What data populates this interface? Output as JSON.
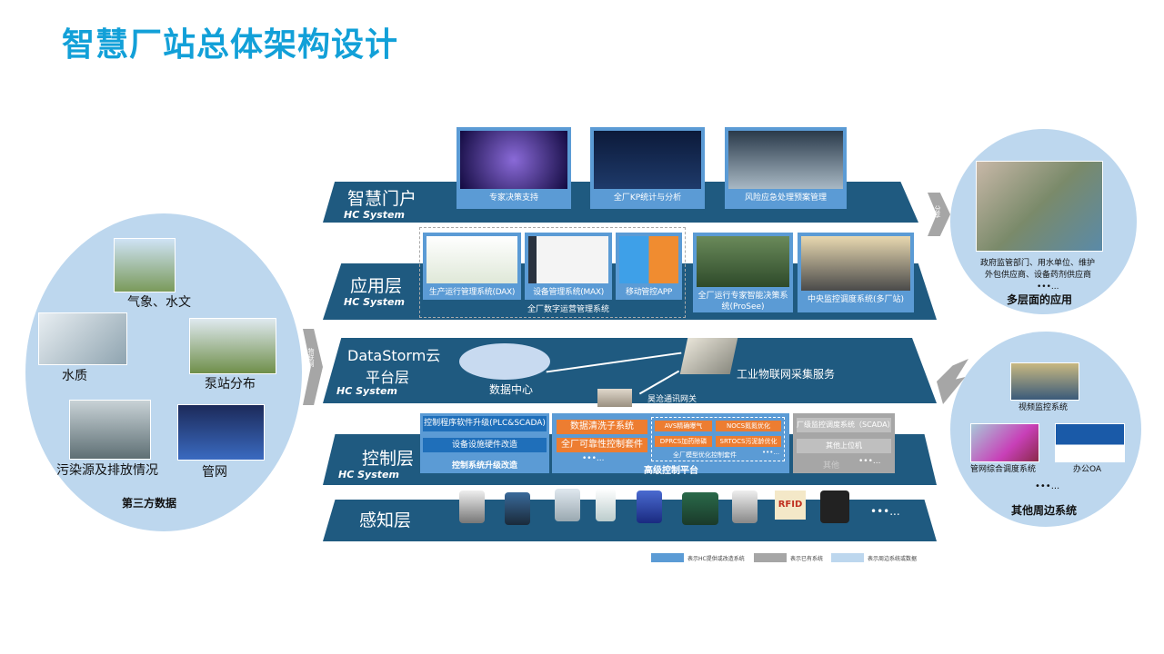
{
  "title": "智慧厂站总体架构设计",
  "colors": {
    "title": "#12a0d8",
    "layer": "#1f5a80",
    "hc_box": "#5b9bd5",
    "existing": "#bfbfbf",
    "peripheral": "#bdd7ee",
    "orange": "#ed7d31"
  },
  "left": {
    "items": [
      "气象、水文",
      "水质",
      "泵站分布",
      "污染源及排放情况",
      "管网"
    ],
    "caption": "第三方数据",
    "arrow": "物联网"
  },
  "layers": {
    "portal": {
      "name": "智慧门户",
      "brand": "HC System",
      "cards": [
        "专家决策支持",
        "全厂KP统计与分析",
        "风险应急处理预案管理"
      ]
    },
    "app": {
      "name": "应用层",
      "brand": "HC System",
      "cards": [
        "生产运行管理系统(DAX)",
        "设备管理系统(MAX)",
        "移动管控APP",
        "全厂运行专家智能决策系统(ProSee)",
        "中央监控调度系统(多厂站)"
      ],
      "group": "全厂数字运营管理系统"
    },
    "cloud": {
      "name1": "DataStorm云",
      "name2": "平台层",
      "brand": "HC System",
      "datacenter": "数据中心",
      "iot": "工业物联网采集服务",
      "gateway": "昊沧通讯网关"
    },
    "control": {
      "name": "控制层",
      "brand": "HC System",
      "upgrade": {
        "items": [
          "控制程序软件升级(PLC&SCADA)",
          "设备设施硬件改造"
        ],
        "caption": "控制系统升级改造"
      },
      "advanced": {
        "items": [
          "数据清洗子系统",
          "全厂可靠性控制套件"
        ],
        "more": "•••...",
        "opt": [
          "AVS精确曝气",
          "NOCS氮氮优化",
          "DPRCS加药除磷",
          "SRTOCS污泥龄优化"
        ],
        "opt_caption": "全厂模型优化控制套件",
        "opt_more": "•••...",
        "caption": "高级控制平台"
      },
      "existing": {
        "items": [
          "厂级监控调度系统（SCADA）",
          "其他上位机"
        ],
        "caption": "其他",
        "more": "•••..."
      }
    },
    "sense": {
      "name": "感知层",
      "rfid": "RFID",
      "more": "•••..."
    }
  },
  "legend": [
    "表示HC提供或改造系统",
    "表示已有系统",
    "表示周边系统或数据"
  ],
  "right_top": {
    "arrow": "分享",
    "desc1": "政府监管部门、用水单位、维护",
    "desc2": "外包供应商、设备药剂供应商",
    "more": "•••...",
    "caption": "多层面的应用"
  },
  "right_bottom": {
    "items": [
      "视频监控系统",
      "管网综合调度系统",
      "办公OA"
    ],
    "more": "•••...",
    "caption": "其他周边系统"
  }
}
